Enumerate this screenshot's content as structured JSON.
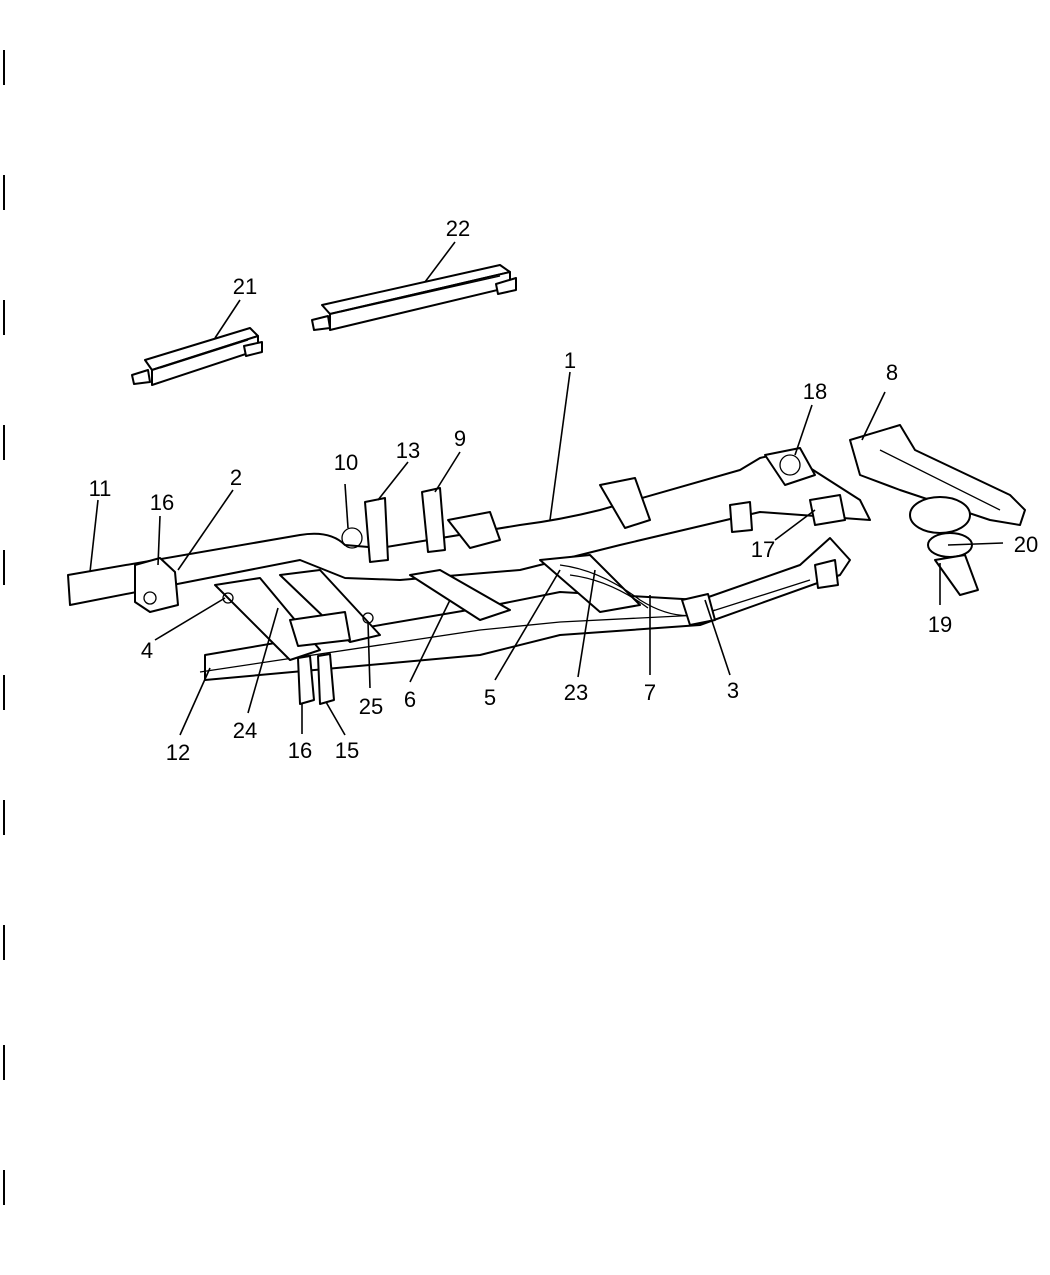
{
  "callouts": [
    {
      "id": "1",
      "label": "1"
    },
    {
      "id": "2",
      "label": "2"
    },
    {
      "id": "3",
      "label": "3"
    },
    {
      "id": "4",
      "label": "4"
    },
    {
      "id": "5",
      "label": "5"
    },
    {
      "id": "6",
      "label": "6"
    },
    {
      "id": "7",
      "label": "7"
    },
    {
      "id": "8",
      "label": "8"
    },
    {
      "id": "9",
      "label": "9"
    },
    {
      "id": "10",
      "label": "10"
    },
    {
      "id": "11",
      "label": "11"
    },
    {
      "id": "12",
      "label": "12"
    },
    {
      "id": "13",
      "label": "13"
    },
    {
      "id": "15",
      "label": "15"
    },
    {
      "id": "16a",
      "label": "16"
    },
    {
      "id": "16b",
      "label": "16"
    },
    {
      "id": "17",
      "label": "17"
    },
    {
      "id": "18",
      "label": "18"
    },
    {
      "id": "19",
      "label": "19"
    },
    {
      "id": "20",
      "label": "20"
    },
    {
      "id": "21",
      "label": "21"
    },
    {
      "id": "22",
      "label": "22"
    },
    {
      "id": "23",
      "label": "23"
    },
    {
      "id": "24",
      "label": "24"
    },
    {
      "id": "25",
      "label": "25"
    }
  ]
}
